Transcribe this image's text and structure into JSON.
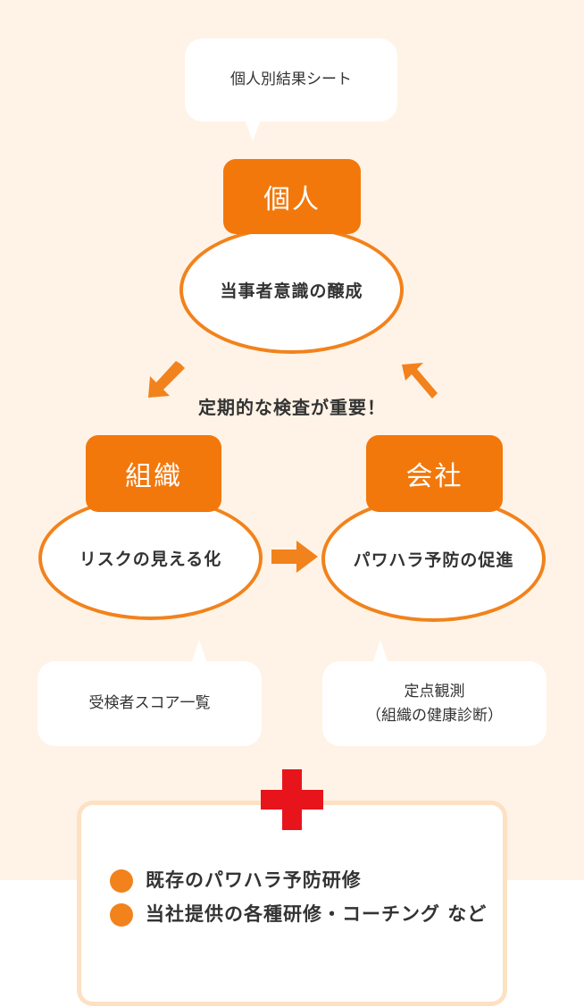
{
  "bubbles": {
    "top": "個人別結果シート",
    "bottom_left": "受検者スコア一覧",
    "bottom_right_line1": "定点観測",
    "bottom_right_line2": "（組織の健康診断）"
  },
  "nodes": {
    "individual": {
      "tag": "個人",
      "text": "当事者意識の醸成"
    },
    "organization": {
      "tag": "組織",
      "text": "リスクの見える化"
    },
    "company": {
      "tag": "会社",
      "text": "パワハラ予防の促進"
    }
  },
  "center_text": "定期的な検査が重要！",
  "list_items": [
    "既存のパワハラ予防研修",
    "当社提供の各種研修・コーチング など"
  ],
  "colors": {
    "accent": "#f2821c",
    "tag": "#f2780c",
    "plus": "#e8141c",
    "background": "#fef3e6"
  }
}
